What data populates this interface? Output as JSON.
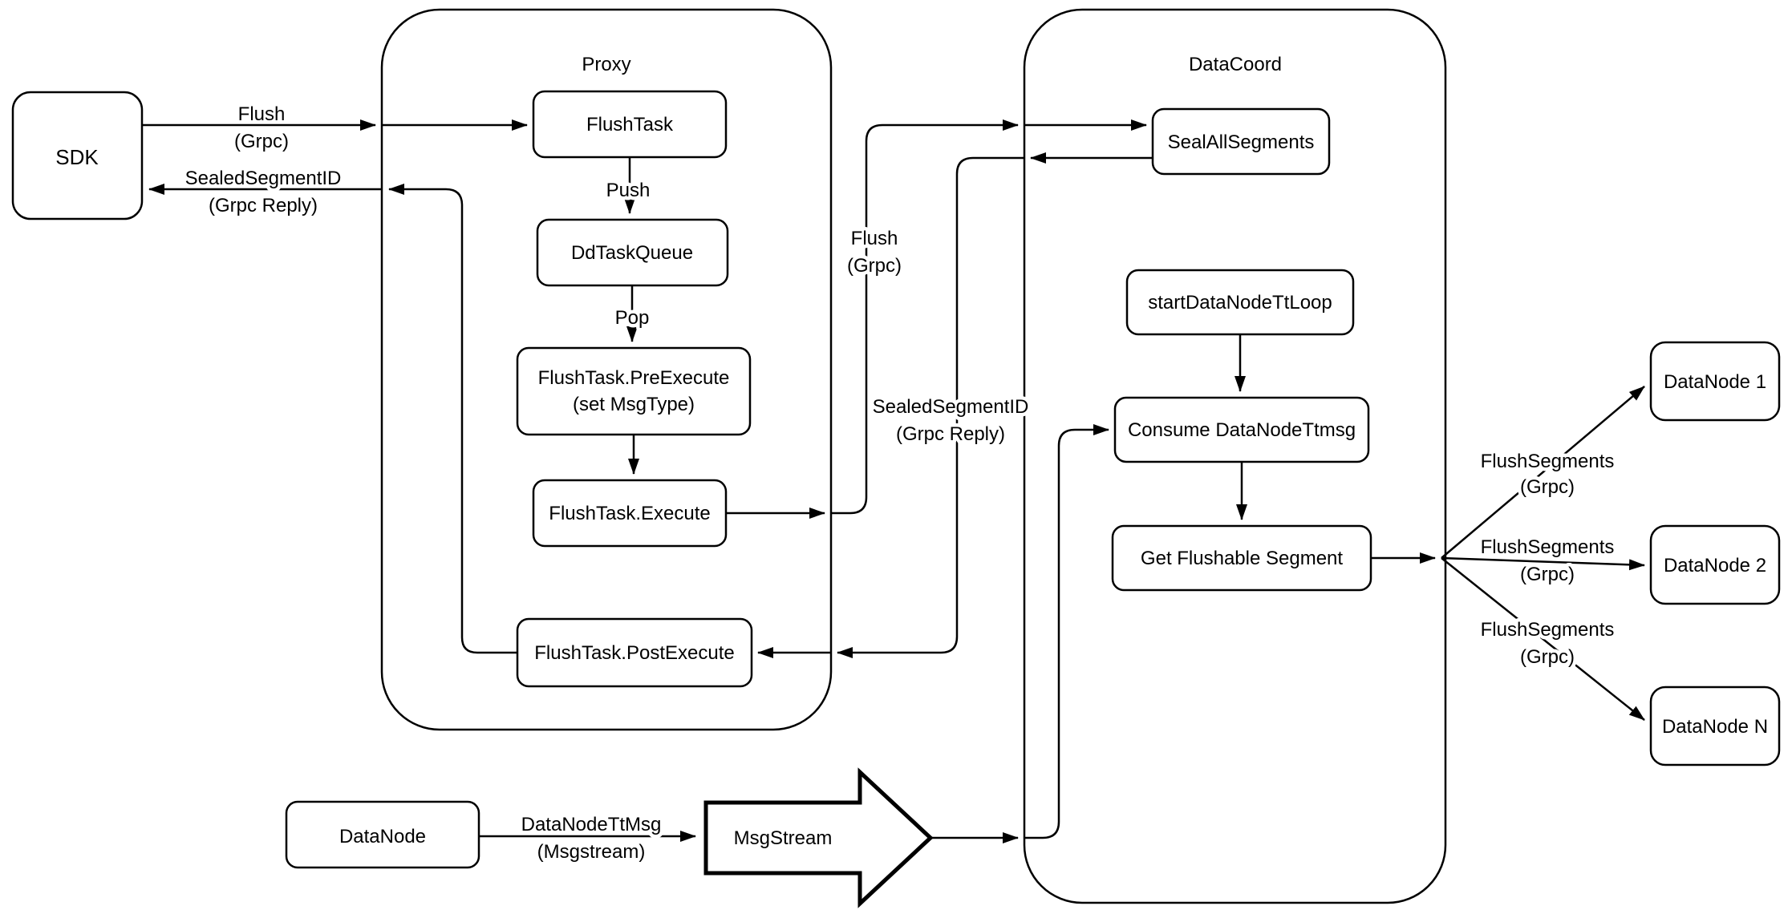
{
  "diagram": {
    "colors": {
      "line": "#000000",
      "node_fill": "#ffffff",
      "background": "#ffffff"
    },
    "containers": {
      "proxy": "Proxy",
      "datacoord": "DataCoord"
    },
    "nodes": {
      "sdk": "SDK",
      "flush_task": "FlushTask",
      "dd_task_queue": "DdTaskQueue",
      "pre_execute_line1": "FlushTask.PreExecute",
      "pre_execute_line2": "(set MsgType)",
      "execute": "FlushTask.Execute",
      "post_execute": "FlushTask.PostExecute",
      "seal_all_segments": "SealAllSegments",
      "start_datanode_tt_loop": "startDataNodeTtLoop",
      "consume_datanode_ttmsg": "Consume DataNodeTtmsg",
      "get_flushable_segment": "Get Flushable Segment",
      "datanode_1": "DataNode 1",
      "datanode_2": "DataNode 2",
      "datanode_n": "DataNode N",
      "datanode": "DataNode",
      "msgstream": "MsgStream"
    },
    "edge_labels": {
      "sdk_flush_line1": "Flush",
      "sdk_flush_line2": "(Grpc)",
      "sdk_reply_line1": "SealedSegmentID",
      "sdk_reply_line2": "(Grpc Reply)",
      "push": "Push",
      "pop": "Pop",
      "dc_flush_line1": "Flush",
      "dc_flush_line2": "(Grpc)",
      "dc_reply_line1": "SealedSegmentID",
      "dc_reply_line2": "(Grpc Reply)",
      "flush_segments_1_line1": "FlushSegments",
      "flush_segments_1_line2": "(Grpc)",
      "flush_segments_2_line1": "FlushSegments",
      "flush_segments_2_line2": "(Grpc)",
      "flush_segments_3_line1": "FlushSegments",
      "flush_segments_3_line2": "(Grpc)",
      "datanode_tt_line1": "DataNodeTtMsg",
      "datanode_tt_line2": "(Msgstream)"
    }
  }
}
